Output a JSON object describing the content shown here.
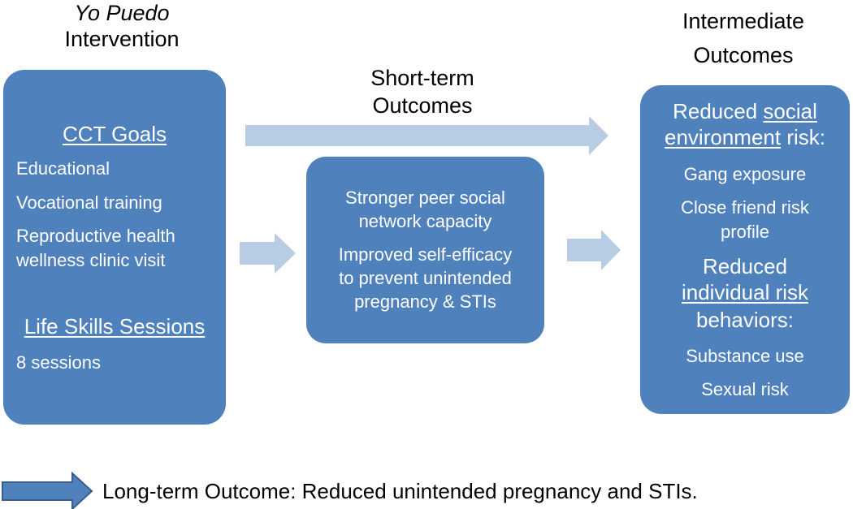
{
  "headings": {
    "intervention_name": "Yo Puedo",
    "intervention_label": "Intervention",
    "short_term_line1": "Short-term",
    "short_term_line2": "Outcomes",
    "intermediate_line1": "Intermediate",
    "intermediate_line2": "Outcomes"
  },
  "intervention_box": {
    "cct_title": "CCT Goals",
    "cct_items": [
      "Educational",
      "Vocational training",
      "Reproductive health",
      "wellness clinic visit"
    ],
    "life_skills_title": "Life Skills Sessions",
    "life_skills_item": "8 sessions"
  },
  "short_term_box": {
    "lines": [
      "Stronger peer social",
      "network capacity",
      "Improved self-efficacy",
      "to prevent unintended",
      "pregnancy & STIs"
    ]
  },
  "intermediate_box": {
    "social_a": "Reduced ",
    "social_b": "social",
    "social_c": "environment",
    "social_d": " risk:",
    "social_items": [
      "Gang exposure",
      "Close friend risk",
      "profile"
    ],
    "individual_a": "Reduced",
    "individual_b": "individual risk",
    "individual_c": "behaviors:",
    "individual_items": [
      "Substance use",
      "Sexual risk"
    ]
  },
  "legend": {
    "text": "Long-term Outcome: Reduced unintended pregnancy and STIs."
  },
  "colors": {
    "box_fill": "#4f81bd",
    "arrow_light": "#b8cce4",
    "legend_arrow_fill": "#4f81bd",
    "legend_arrow_stroke": "#385d8a"
  }
}
